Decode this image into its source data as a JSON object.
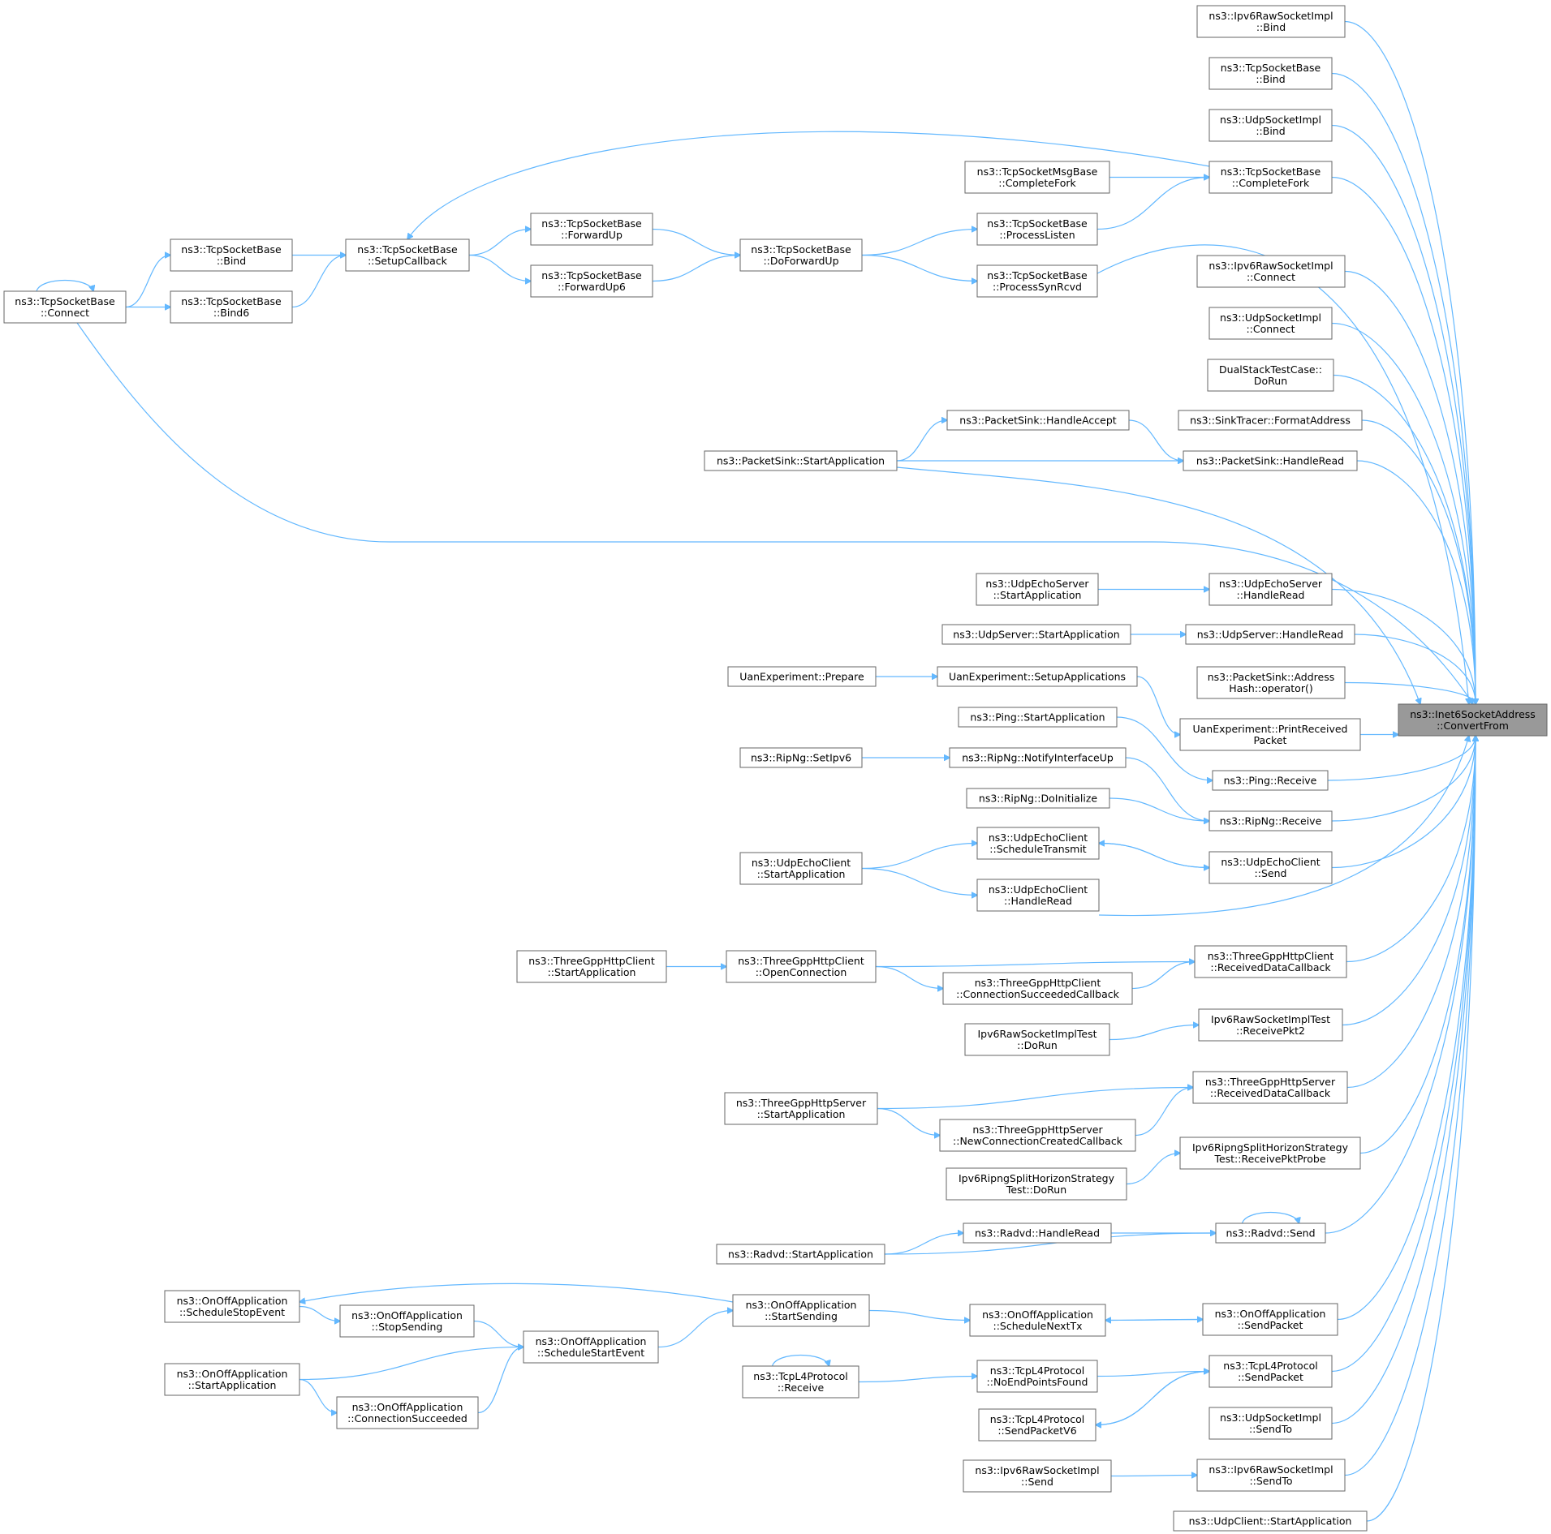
{
  "target": "n_target",
  "colors": {
    "edge": "#63b8ff",
    "node_border": "#666666",
    "target_fill": "#999999"
  },
  "nodes": [
    {
      "id": "n_target",
      "lines": [
        "ns3::Inet6SocketAddress",
        "::ConvertFrom"
      ]
    },
    {
      "id": "r01",
      "lines": [
        "ns3::Ipv6RawSocketImpl",
        "::Bind"
      ]
    },
    {
      "id": "r02",
      "lines": [
        "ns3::TcpSocketBase",
        "::Bind"
      ]
    },
    {
      "id": "r03",
      "lines": [
        "ns3::UdpSocketImpl",
        "::Bind"
      ]
    },
    {
      "id": "r04",
      "lines": [
        "ns3::TcpSocketBase",
        "::CompleteFork"
      ]
    },
    {
      "id": "r05",
      "lines": [
        "ns3::Ipv6RawSocketImpl",
        "::Connect"
      ]
    },
    {
      "id": "r06",
      "lines": [
        "ns3::UdpSocketImpl",
        "::Connect"
      ]
    },
    {
      "id": "r07",
      "lines": [
        "DualStackTestCase::",
        "DoRun"
      ]
    },
    {
      "id": "r08",
      "lines": [
        "ns3::SinkTracer::FormatAddress"
      ]
    },
    {
      "id": "r09",
      "lines": [
        "ns3::PacketSink::HandleRead"
      ]
    },
    {
      "id": "r10",
      "lines": [
        "ns3::UdpEchoServer",
        "::HandleRead"
      ]
    },
    {
      "id": "r11",
      "lines": [
        "ns3::UdpServer::HandleRead"
      ]
    },
    {
      "id": "r12",
      "lines": [
        "ns3::PacketSink::Address",
        "Hash::operator()"
      ]
    },
    {
      "id": "r13",
      "lines": [
        "UanExperiment::PrintReceived",
        "Packet"
      ]
    },
    {
      "id": "r14",
      "lines": [
        "ns3::Ping::Receive"
      ]
    },
    {
      "id": "r15",
      "lines": [
        "ns3::RipNg::Receive"
      ]
    },
    {
      "id": "r16",
      "lines": [
        "ns3::UdpEchoClient",
        "::Send"
      ]
    },
    {
      "id": "r17",
      "lines": [
        "ns3::ThreeGppHttpClient",
        "::ReceivedDataCallback"
      ]
    },
    {
      "id": "r18",
      "lines": [
        "Ipv6RawSocketImplTest",
        "::ReceivePkt2"
      ]
    },
    {
      "id": "r19",
      "lines": [
        "ns3::ThreeGppHttpServer",
        "::ReceivedDataCallback"
      ]
    },
    {
      "id": "r20",
      "lines": [
        "Ipv6RipngSplitHorizonStrategy",
        "Test::ReceivePktProbe"
      ]
    },
    {
      "id": "r21",
      "lines": [
        "ns3::Radvd::Send"
      ]
    },
    {
      "id": "r22",
      "lines": [
        "ns3::OnOffApplication",
        "::SendPacket"
      ]
    },
    {
      "id": "r23",
      "lines": [
        "ns3::TcpL4Protocol",
        "::SendPacket"
      ]
    },
    {
      "id": "r24",
      "lines": [
        "ns3::UdpSocketImpl",
        "::SendTo"
      ]
    },
    {
      "id": "r25",
      "lines": [
        "ns3::Ipv6RawSocketImpl",
        "::SendTo"
      ]
    },
    {
      "id": "r26",
      "lines": [
        "ns3::UdpClient::StartApplication"
      ]
    },
    {
      "id": "m01",
      "lines": [
        "ns3::TcpSocketMsgBase",
        "::CompleteFork"
      ]
    },
    {
      "id": "m02",
      "lines": [
        "ns3::TcpSocketBase",
        "::ProcessListen"
      ]
    },
    {
      "id": "m03",
      "lines": [
        "ns3::TcpSocketBase",
        "::ProcessSynRcvd"
      ]
    },
    {
      "id": "m04",
      "lines": [
        "ns3::TcpSocketBase",
        "::DoForwardUp"
      ]
    },
    {
      "id": "m05",
      "lines": [
        "ns3::TcpSocketBase",
        "::ForwardUp"
      ]
    },
    {
      "id": "m06",
      "lines": [
        "ns3::TcpSocketBase",
        "::ForwardUp6"
      ]
    },
    {
      "id": "m07",
      "lines": [
        "ns3::TcpSocketBase",
        "::SetupCallback"
      ]
    },
    {
      "id": "m08",
      "lines": [
        "ns3::TcpSocketBase",
        "::Bind"
      ]
    },
    {
      "id": "m09",
      "lines": [
        "ns3::TcpSocketBase",
        "::Bind6"
      ]
    },
    {
      "id": "m10",
      "lines": [
        "ns3::TcpSocketBase",
        "::Connect"
      ]
    },
    {
      "id": "m11",
      "lines": [
        "ns3::PacketSink::HandleAccept"
      ]
    },
    {
      "id": "m12",
      "lines": [
        "ns3::PacketSink::StartApplication"
      ]
    },
    {
      "id": "m13",
      "lines": [
        "ns3::UdpEchoServer",
        "::StartApplication"
      ]
    },
    {
      "id": "m14",
      "lines": [
        "ns3::UdpServer::StartApplication"
      ]
    },
    {
      "id": "m15",
      "lines": [
        "UanExperiment::SetupApplications"
      ]
    },
    {
      "id": "m16",
      "lines": [
        "UanExperiment::Prepare"
      ]
    },
    {
      "id": "m17",
      "lines": [
        "ns3::Ping::StartApplication"
      ]
    },
    {
      "id": "m18",
      "lines": [
        "ns3::RipNg::NotifyInterfaceUp"
      ]
    },
    {
      "id": "m19",
      "lines": [
        "ns3::RipNg::SetIpv6"
      ]
    },
    {
      "id": "m20",
      "lines": [
        "ns3::RipNg::DoInitialize"
      ]
    },
    {
      "id": "m21",
      "lines": [
        "ns3::UdpEchoClient",
        "::ScheduleTransmit"
      ]
    },
    {
      "id": "m22",
      "lines": [
        "ns3::UdpEchoClient",
        "::StartApplication"
      ]
    },
    {
      "id": "m23",
      "lines": [
        "ns3::UdpEchoClient",
        "::HandleRead"
      ]
    },
    {
      "id": "m24",
      "lines": [
        "ns3::ThreeGppHttpClient",
        "::OpenConnection"
      ]
    },
    {
      "id": "m25",
      "lines": [
        "ns3::ThreeGppHttpClient",
        "::StartApplication"
      ]
    },
    {
      "id": "m26",
      "lines": [
        "ns3::ThreeGppHttpClient",
        "::ConnectionSucceededCallback"
      ]
    },
    {
      "id": "m27",
      "lines": [
        "Ipv6RawSocketImplTest",
        "::DoRun"
      ]
    },
    {
      "id": "m28",
      "lines": [
        "ns3::ThreeGppHttpServer",
        "::StartApplication"
      ]
    },
    {
      "id": "m29",
      "lines": [
        "ns3::ThreeGppHttpServer",
        "::NewConnectionCreatedCallback"
      ]
    },
    {
      "id": "m30",
      "lines": [
        "Ipv6RipngSplitHorizonStrategy",
        "Test::DoRun"
      ]
    },
    {
      "id": "m31",
      "lines": [
        "ns3::Radvd::HandleRead"
      ]
    },
    {
      "id": "m32",
      "lines": [
        "ns3::Radvd::StartApplication"
      ]
    },
    {
      "id": "m33",
      "lines": [
        "ns3::OnOffApplication",
        "::ScheduleNextTx"
      ]
    },
    {
      "id": "m34",
      "lines": [
        "ns3::OnOffApplication",
        "::StartSending"
      ]
    },
    {
      "id": "m35",
      "lines": [
        "ns3::OnOffApplication",
        "::ScheduleStopEvent"
      ]
    },
    {
      "id": "m36",
      "lines": [
        "ns3::OnOffApplication",
        "::StopSending"
      ]
    },
    {
      "id": "m37",
      "lines": [
        "ns3::OnOffApplication",
        "::ScheduleStartEvent"
      ]
    },
    {
      "id": "m38",
      "lines": [
        "ns3::OnOffApplication",
        "::StartApplication"
      ]
    },
    {
      "id": "m39",
      "lines": [
        "ns3::OnOffApplication",
        "::ConnectionSucceeded"
      ]
    },
    {
      "id": "m40",
      "lines": [
        "ns3::TcpL4Protocol",
        "::NoEndPointsFound"
      ]
    },
    {
      "id": "m41",
      "lines": [
        "ns3::TcpL4Protocol",
        "::Receive"
      ]
    },
    {
      "id": "m42",
      "lines": [
        "ns3::TcpL4Protocol",
        "::SendPacketV6"
      ]
    },
    {
      "id": "m43",
      "lines": [
        "ns3::Ipv6RawSocketImpl",
        "::Send"
      ]
    }
  ],
  "edges": [
    [
      "r01",
      "n_target"
    ],
    [
      "r02",
      "n_target"
    ],
    [
      "r03",
      "n_target"
    ],
    [
      "r04",
      "n_target"
    ],
    [
      "r05",
      "n_target"
    ],
    [
      "r06",
      "n_target"
    ],
    [
      "r07",
      "n_target"
    ],
    [
      "r08",
      "n_target"
    ],
    [
      "r09",
      "n_target"
    ],
    [
      "r10",
      "n_target"
    ],
    [
      "r11",
      "n_target"
    ],
    [
      "r12",
      "n_target"
    ],
    [
      "r13",
      "n_target"
    ],
    [
      "r14",
      "n_target"
    ],
    [
      "r15",
      "n_target"
    ],
    [
      "r16",
      "n_target"
    ],
    [
      "r17",
      "n_target"
    ],
    [
      "r18",
      "n_target"
    ],
    [
      "r19",
      "n_target"
    ],
    [
      "r20",
      "n_target"
    ],
    [
      "r21",
      "n_target"
    ],
    [
      "r22",
      "n_target"
    ],
    [
      "r23",
      "n_target"
    ],
    [
      "r24",
      "n_target"
    ],
    [
      "r25",
      "n_target"
    ],
    [
      "r26",
      "n_target"
    ],
    [
      "m10",
      "n_target"
    ],
    [
      "m03",
      "n_target"
    ],
    [
      "m12",
      "n_target"
    ],
    [
      "m23",
      "n_target"
    ],
    [
      "m01",
      "r04"
    ],
    [
      "m02",
      "r04"
    ],
    [
      "r04",
      "m07"
    ],
    [
      "m04",
      "m02"
    ],
    [
      "m04",
      "m03"
    ],
    [
      "m05",
      "m04"
    ],
    [
      "m06",
      "m04"
    ],
    [
      "m07",
      "m05"
    ],
    [
      "m07",
      "m06"
    ],
    [
      "m08",
      "m07"
    ],
    [
      "m09",
      "m07"
    ],
    [
      "m10",
      "m08"
    ],
    [
      "m10",
      "m09"
    ],
    [
      "m10",
      "m10"
    ],
    [
      "m12",
      "m11"
    ],
    [
      "m11",
      "r09"
    ],
    [
      "m12",
      "r09"
    ],
    [
      "m13",
      "r10"
    ],
    [
      "m14",
      "r11"
    ],
    [
      "m16",
      "m15"
    ],
    [
      "m15",
      "r13"
    ],
    [
      "m17",
      "r14"
    ],
    [
      "m19",
      "m18"
    ],
    [
      "m18",
      "r15"
    ],
    [
      "m20",
      "r15"
    ],
    [
      "r16",
      "m21"
    ],
    [
      "m21",
      "r16"
    ],
    [
      "m22",
      "m21"
    ],
    [
      "m22",
      "m23"
    ],
    [
      "m25",
      "m24"
    ],
    [
      "m24",
      "r17"
    ],
    [
      "m24",
      "m26"
    ],
    [
      "m26",
      "r17"
    ],
    [
      "m27",
      "r18"
    ],
    [
      "m28",
      "r19"
    ],
    [
      "m28",
      "m29"
    ],
    [
      "m29",
      "r19"
    ],
    [
      "m30",
      "r20"
    ],
    [
      "m32",
      "m31"
    ],
    [
      "m31",
      "r21"
    ],
    [
      "m32",
      "r21"
    ],
    [
      "r21",
      "r21"
    ],
    [
      "r22",
      "m33"
    ],
    [
      "m33",
      "r22"
    ],
    [
      "m34",
      "m33"
    ],
    [
      "m34",
      "m35"
    ],
    [
      "m37",
      "m34"
    ],
    [
      "m35",
      "m36"
    ],
    [
      "m36",
      "m37"
    ],
    [
      "m38",
      "m37"
    ],
    [
      "m38",
      "m39"
    ],
    [
      "m39",
      "m37"
    ],
    [
      "m41",
      "m40"
    ],
    [
      "m41",
      "m41"
    ],
    [
      "m40",
      "r23"
    ],
    [
      "r23",
      "m42"
    ],
    [
      "m42",
      "r23"
    ],
    [
      "m43",
      "r25"
    ]
  ]
}
